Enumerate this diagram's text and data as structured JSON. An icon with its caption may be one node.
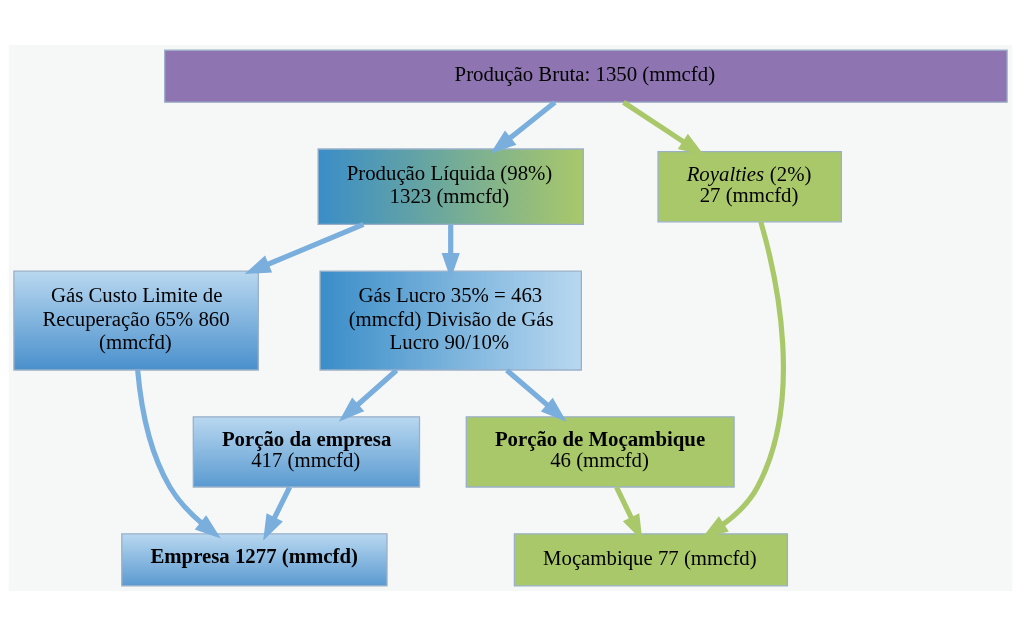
{
  "diagram": {
    "nodes": [
      {
        "text": [
          "Produção Bruta: 1350 (mmcfd)"
        ]
      },
      {
        "text": [
          "Produção Líquida (98%) 1323 (mmcfd)"
        ]
      },
      {
        "text": [
          "*Royalties* (2%) 27 (mmcfd)"
        ]
      },
      {
        "text": [
          "Gás Custo Limite de Recuperação 65% 860 (mmcfd)"
        ]
      },
      {
        "text": [
          "Gás Lucro 35% = 463 (mmcfd) Divisão de Gás Lucro 90/10%"
        ]
      },
      {
        "text": [
          "Porção da empresa",
          "417 (mmcfd)"
        ]
      },
      {
        "text": [
          "Porção de Moçambique",
          "46 (mmcfd)"
        ]
      },
      {
        "text": [
          "Empresa 1277 (mmcfd)"
        ]
      },
      {
        "text": [
          "Moçambique 77 (mmcfd)"
        ]
      }
    ],
    "edges": [
      {
        "from": 0,
        "to": 1,
        "arrow": "to"
      },
      {
        "from": 0,
        "to": 2,
        "arrow": "to",
        "color": "#a9c86a"
      },
      {
        "from": 1,
        "to": 3,
        "arrow": "to"
      },
      {
        "from": 1,
        "to": 4,
        "arrow": "to"
      },
      {
        "from": 4,
        "to": 5,
        "arrow": "to"
      },
      {
        "from": 4,
        "to": 6,
        "arrow": "to"
      },
      {
        "from": 3,
        "to": 7,
        "arrow": "to"
      },
      {
        "from": 5,
        "to": 7,
        "arrow": "to"
      },
      {
        "from": 6,
        "to": 8,
        "arrow": "to",
        "color": "#a9c86a"
      },
      {
        "from": 2,
        "to": 8,
        "arrow": "to",
        "color": "#a9c86a"
      }
    ]
  }
}
